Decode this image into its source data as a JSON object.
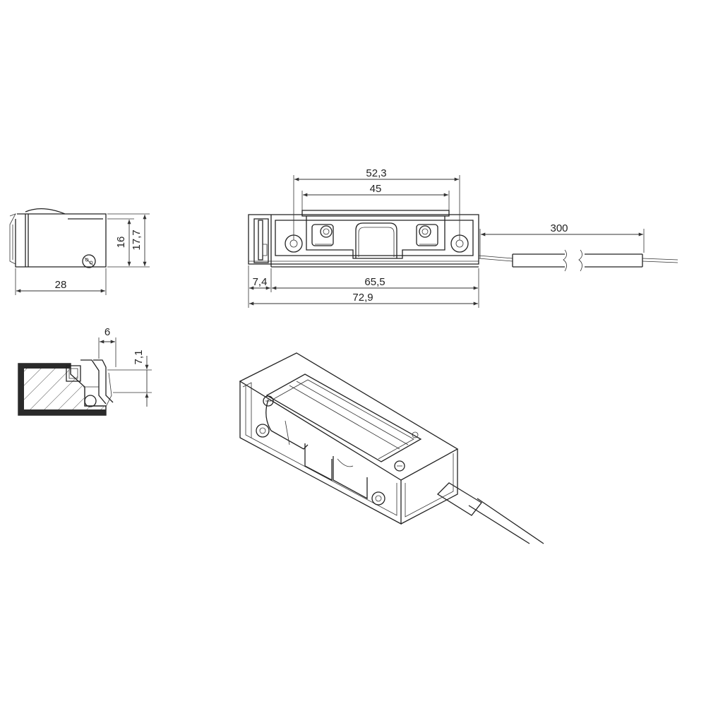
{
  "dimensions": {
    "side_width": "28",
    "side_height_inner": "16",
    "side_height_outer": "17,7",
    "section_width": "6",
    "section_height": "7,1",
    "mount_hole_spacing": "52,3",
    "plate_width": "45",
    "cable_length": "300",
    "offset_left": "7,4",
    "body_length": "65,5",
    "total_length": "72,9"
  }
}
